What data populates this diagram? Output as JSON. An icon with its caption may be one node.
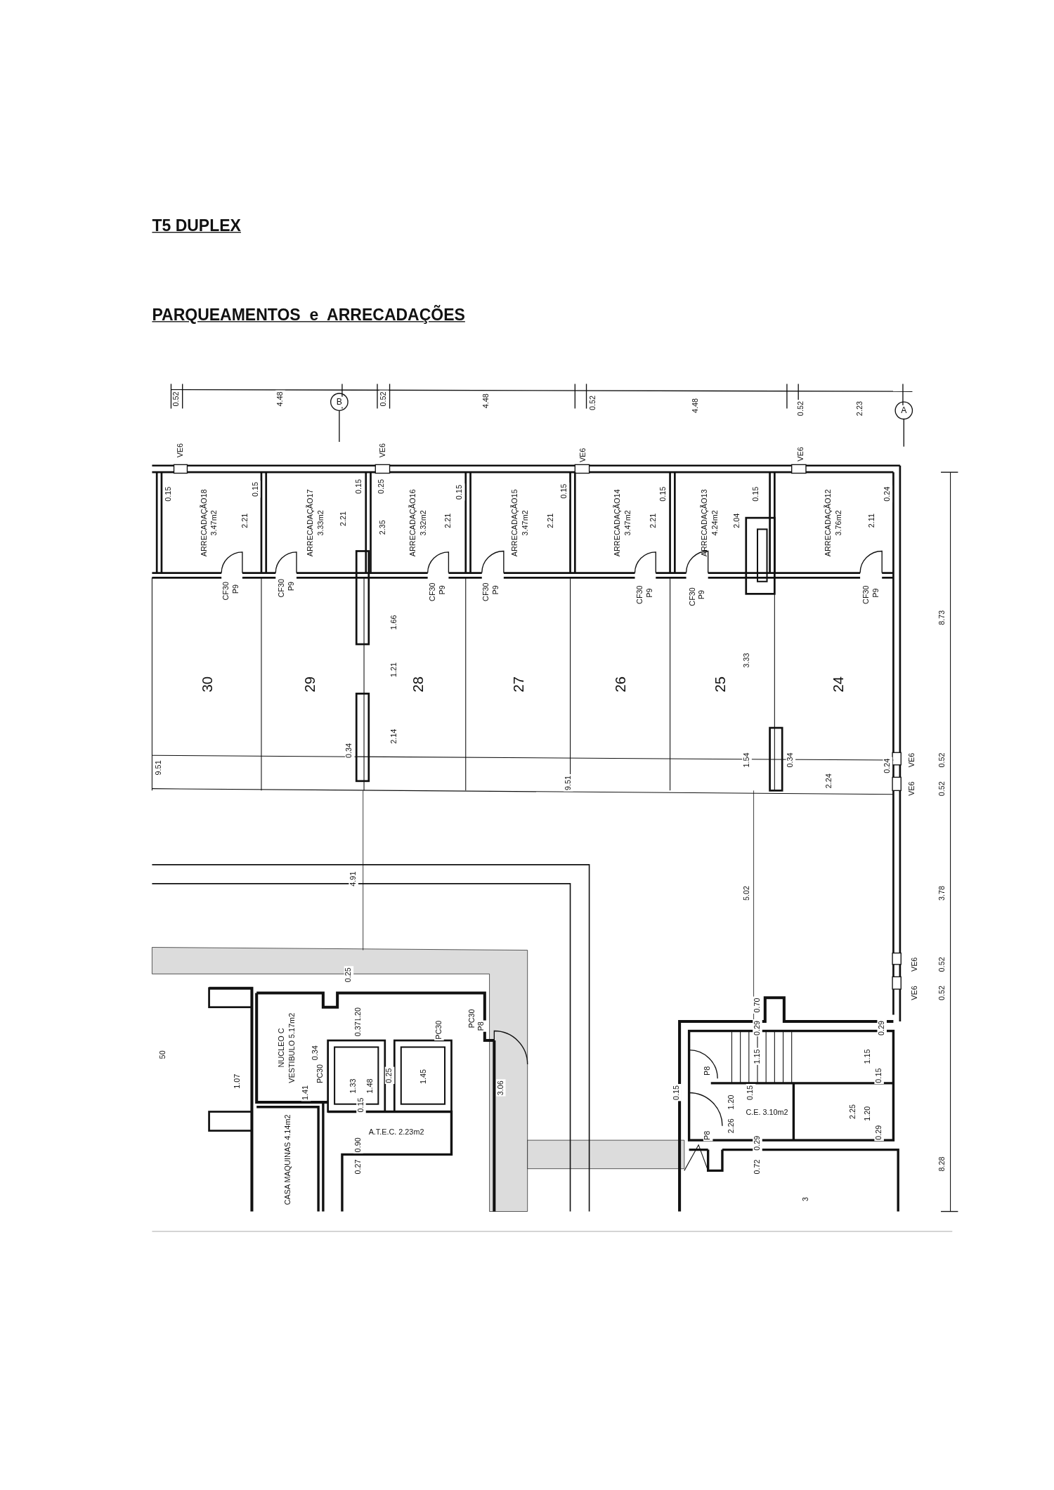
{
  "diagram": {
    "title": "T5 DUPLEX",
    "nodes": [
      {
        "text": [
          "ARRECADAÇÃO18",
          "3.47m2"
        ]
      },
      {
        "text": [
          "ARRECADAÇÃO17",
          "3.33m2"
        ]
      },
      {
        "text": [
          "ARRECADAÇÃO16",
          "3.32m2"
        ]
      },
      {
        "text": [
          "ARRECADAÇÃO15",
          "3.47m2"
        ]
      },
      {
        "text": [
          "ARRECADAÇÃO14",
          "3.47m2"
        ]
      },
      {
        "text": [
          "ARRECADAÇÃO13",
          "4.24m2"
        ]
      },
      {
        "text": [
          "ARRECADAÇÃO12",
          "3.76m2"
        ]
      },
      {
        "text": [
          "30"
        ]
      },
      {
        "text": [
          "29"
        ]
      },
      {
        "text": [
          "28"
        ]
      },
      {
        "text": [
          "27"
        ]
      },
      {
        "text": [
          "26"
        ]
      },
      {
        "text": [
          "25"
        ]
      },
      {
        "text": [
          "24"
        ]
      },
      {
        "text": [
          "NUCLEO C",
          "VESTIBULO 5.17m2"
        ]
      },
      {
        "text": [
          "A.T.E.C. 2.23m2"
        ]
      },
      {
        "text": [
          "CASA MAQUINAS 4.14m2"
        ]
      },
      {
        "text": [
          "C.E. 3.10m2"
        ]
      }
    ],
    "labels": [
      "PARQUEAMENTOS  e  ARRECADAÇÕES",
      "0.52",
      "4.48",
      "B",
      "0.52",
      "4.48",
      "0.52",
      "4.48",
      "0.52",
      "2.23",
      "A",
      "VE6",
      "VE6",
      "VE6",
      "VE6",
      "0.15",
      "0.15",
      "0.15",
      "0.25",
      "2.35",
      "0.15",
      "0.15",
      "0.15",
      "0.15",
      "0.24",
      "2.21",
      "2.21",
      "2.21",
      "2.21",
      "2.21",
      "2.04",
      "2.11",
      "P9",
      "CF30",
      "P9",
      "CF30",
      "P9",
      "CF30",
      "P9",
      "CF30",
      "P9",
      "CF30",
      "P9",
      "CF30",
      "P9",
      "CF30",
      "1.66",
      "1.21",
      "2.14",
      "0.34",
      "9.51",
      "9.51",
      "3.33",
      "1.54",
      "0.34",
      "2.24",
      "0.24",
      "VE6",
      "VE6",
      "0.52",
      "0.52",
      "8.73",
      "4.91",
      "5.02",
      "3.78",
      "VE6",
      "VE6",
      "0.52",
      "0.52",
      "0.70",
      "0.29",
      "0.29",
      "1.15",
      "1.15",
      "0.15",
      "P8",
      "0.15",
      "0.15",
      "2.26",
      "1.20",
      "2.25",
      "1.20",
      "0.29",
      "0.29",
      "P8",
      "0.72",
      "8.28",
      "3",
      "50",
      "0.25",
      "1.20",
      "0.37",
      "0.34",
      "PC30",
      "PC30",
      "P8",
      "1.07",
      "1.41",
      "PC30",
      "1.33",
      "1.48",
      "0.25",
      "1.45",
      "0.15",
      "0.90",
      "0.27",
      "3.06"
    ]
  }
}
